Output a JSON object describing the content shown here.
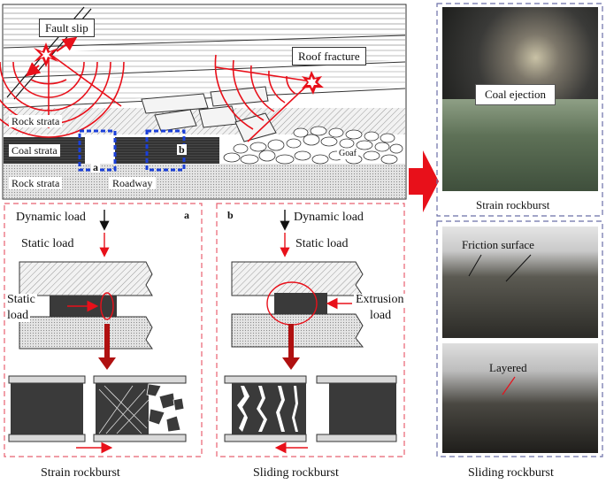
{
  "top_section": {
    "fault_slip": "Fault slip",
    "roof_fracture": "Roof fracture",
    "rock_strata_upper": "Rock strata",
    "coal_strata": "Coal strata",
    "rock_strata_lower": "Rock strata",
    "roadway": "Roadway",
    "goaf": "Goaf",
    "marker_a": "a",
    "marker_b": "b"
  },
  "panel_a": {
    "id": "a",
    "dynamic_load": "Dynamic load",
    "static_load": "Static  load",
    "static_load_side_line1": "Static",
    "static_load_side_line2": "load",
    "caption": "Strain rockburst"
  },
  "panel_b": {
    "id": "b",
    "dynamic_load": "Dynamic load",
    "static_load": "Static  load",
    "extrusion_line1": "Extrusion",
    "extrusion_line2": "load",
    "caption": "Sliding rockburst"
  },
  "photos": {
    "coal_ejection": "Coal ejection",
    "strain_caption": "Strain rockburst",
    "friction_surface": "Friction surface",
    "layered": "Layered",
    "sliding_caption": "Sliding rockburst"
  },
  "colors": {
    "red": "#e8101a",
    "blue_dashed": "#1a3fd9",
    "panel_border": "#e86070",
    "photo_border": "#6b6fa8",
    "coal": "#3a3a3a",
    "rock": "#d9d9d9",
    "dark_red_arrow": "#b01010"
  }
}
